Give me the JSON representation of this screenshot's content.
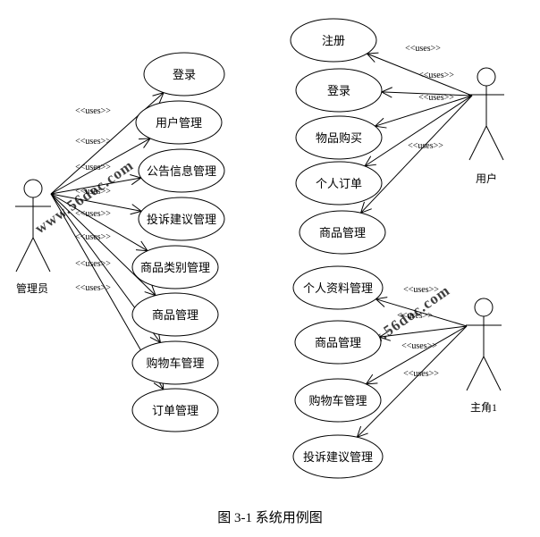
{
  "caption": "图 3-1 系统用例图",
  "stereotype": "<<uses>>",
  "watermark": "www.56doc.com",
  "actors": [
    {
      "id": "admin",
      "label": "管理员"
    },
    {
      "id": "user",
      "label": "用户"
    },
    {
      "id": "owner",
      "label": "主角1"
    }
  ],
  "use_cases": [
    {
      "id": "a_login",
      "label": "登录"
    },
    {
      "id": "a_user",
      "label": "用户管理"
    },
    {
      "id": "a_notice",
      "label": "公告信息管理"
    },
    {
      "id": "a_complaint",
      "label": "投诉建议管理"
    },
    {
      "id": "a_category",
      "label": "商品类别管理"
    },
    {
      "id": "a_goods",
      "label": "商品管理"
    },
    {
      "id": "a_cart",
      "label": "购物车管理"
    },
    {
      "id": "a_order",
      "label": "订单管理"
    },
    {
      "id": "u_register",
      "label": "注册"
    },
    {
      "id": "u_login",
      "label": "登录"
    },
    {
      "id": "u_buy",
      "label": "物品购买"
    },
    {
      "id": "u_order",
      "label": "个人订单"
    },
    {
      "id": "u_goods",
      "label": "商品管理"
    },
    {
      "id": "o_profile",
      "label": "个人资料管理"
    },
    {
      "id": "o_goods",
      "label": "商品管理"
    },
    {
      "id": "o_cart",
      "label": "购物车管理"
    },
    {
      "id": "o_complaint",
      "label": "投诉建议管理"
    }
  ],
  "associations": [
    {
      "from": "admin",
      "to": "a_login",
      "label": "<<uses>>"
    },
    {
      "from": "admin",
      "to": "a_user",
      "label": "<<uses>>"
    },
    {
      "from": "admin",
      "to": "a_notice",
      "label": "<<uses>>"
    },
    {
      "from": "admin",
      "to": "a_complaint",
      "label": "<<uses>>"
    },
    {
      "from": "admin",
      "to": "a_category",
      "label": "<<uses>>"
    },
    {
      "from": "admin",
      "to": "a_goods",
      "label": "<<uses>>"
    },
    {
      "from": "admin",
      "to": "a_cart",
      "label": "<<uses>>"
    },
    {
      "from": "admin",
      "to": "a_order",
      "label": "<<uses>>"
    },
    {
      "from": "user",
      "to": "u_register",
      "label": "<<uses>>"
    },
    {
      "from": "user",
      "to": "u_login",
      "label": "<<uses>>"
    },
    {
      "from": "user",
      "to": "u_buy",
      "label": "<<uses>>"
    },
    {
      "from": "user",
      "to": "u_order",
      "label": ""
    },
    {
      "from": "user",
      "to": "u_goods",
      "label": "<<uses>>"
    },
    {
      "from": "owner",
      "to": "o_profile",
      "label": "<<uses>>"
    },
    {
      "from": "owner",
      "to": "o_goods",
      "label": "<<uses>>"
    },
    {
      "from": "owner",
      "to": "o_cart",
      "label": "<<uses>>"
    },
    {
      "from": "owner",
      "to": "o_complaint",
      "label": "<<uses>>"
    }
  ]
}
